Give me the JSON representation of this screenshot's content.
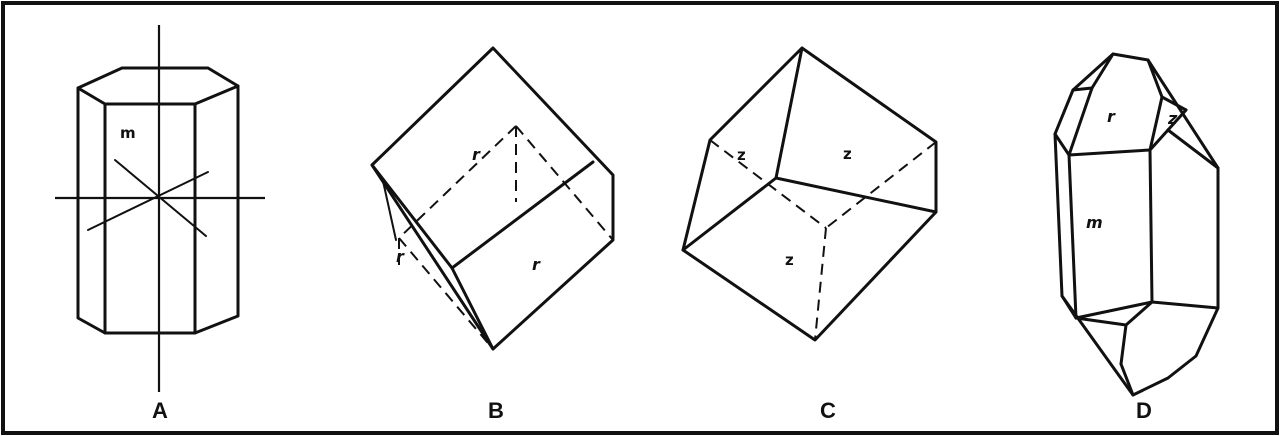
{
  "figure": {
    "panels": [
      {
        "id": "A",
        "label": "A",
        "faces": [
          "m"
        ]
      },
      {
        "id": "B",
        "label": "B",
        "faces": [
          "r",
          "r",
          "r"
        ]
      },
      {
        "id": "C",
        "label": "C",
        "faces": [
          "z",
          "z",
          "z"
        ]
      },
      {
        "id": "D",
        "label": "D",
        "faces": [
          "r",
          "z",
          "m"
        ]
      }
    ]
  }
}
